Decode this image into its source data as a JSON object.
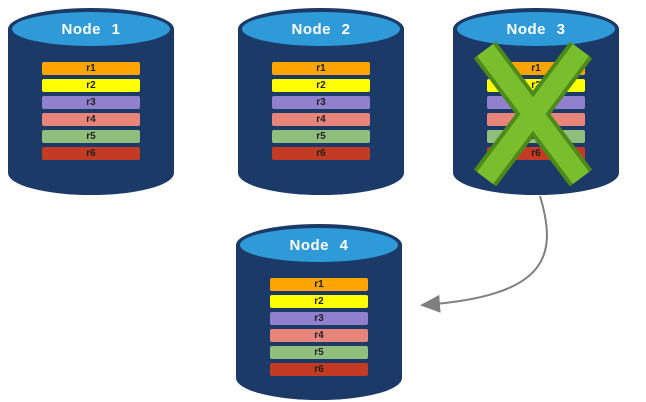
{
  "diagram": {
    "nodes": [
      {
        "label": "Node 1",
        "failed": false
      },
      {
        "label": "Node 2",
        "failed": false
      },
      {
        "label": "Node 3",
        "failed": true
      },
      {
        "label": "Node 4",
        "failed": false
      }
    ],
    "rows": [
      {
        "label": "r1",
        "color": "#FFA400"
      },
      {
        "label": "r2",
        "color": "#FFFF00"
      },
      {
        "label": "r3",
        "color": "#9180CE"
      },
      {
        "label": "r4",
        "color": "#E8857A"
      },
      {
        "label": "r5",
        "color": "#90BE7C"
      },
      {
        "label": "r6",
        "color": "#C23B22"
      }
    ],
    "colors": {
      "cylinder_body": "#1B3A68",
      "cylinder_top": "#2E9AD8",
      "node_label_text": "#FFFFFF",
      "row_label_text": "#1F1F1F",
      "failure_cross": "#79BE2C",
      "failure_cross_outline": "#4E8A1A",
      "arrow": "#7F7F7F"
    }
  }
}
